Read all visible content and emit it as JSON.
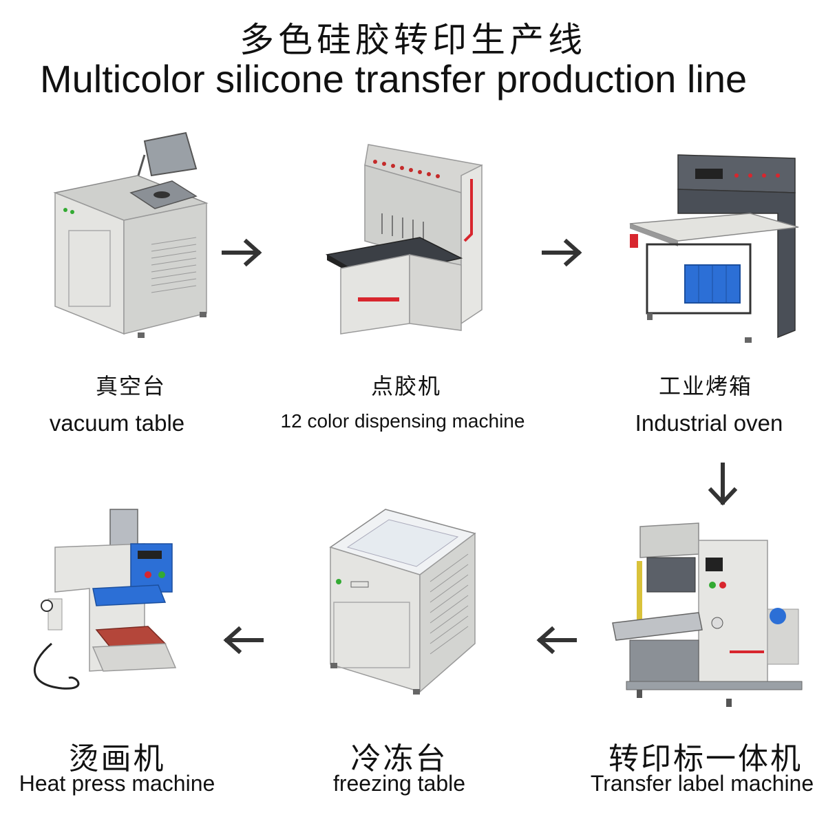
{
  "title": {
    "chinese": "多色硅胶转印生产线",
    "english": "Multicolor silicone transfer production line"
  },
  "steps": [
    {
      "chinese": "真空台",
      "english": "vacuum table",
      "icon": "vacuum-table-machine-icon"
    },
    {
      "chinese": "点胶机",
      "english": "12 color dispensing machine",
      "icon": "dispensing-machine-icon"
    },
    {
      "chinese": "工业烤箱",
      "english": "Industrial oven",
      "icon": "industrial-oven-icon"
    },
    {
      "chinese": "转印标一体机",
      "english": "Transfer label machine",
      "icon": "transfer-label-machine-icon"
    },
    {
      "chinese": "冷冻台",
      "english": "freezing table",
      "icon": "freezing-table-icon"
    },
    {
      "chinese": "烫画机",
      "english": "Heat press machine",
      "icon": "heat-press-machine-icon"
    }
  ],
  "colors": {
    "arrow": "#333333",
    "machine_body": "#d9d9d6",
    "machine_dark": "#4a4f57",
    "accent_red": "#d8262e",
    "accent_blue": "#2c6fd6"
  }
}
